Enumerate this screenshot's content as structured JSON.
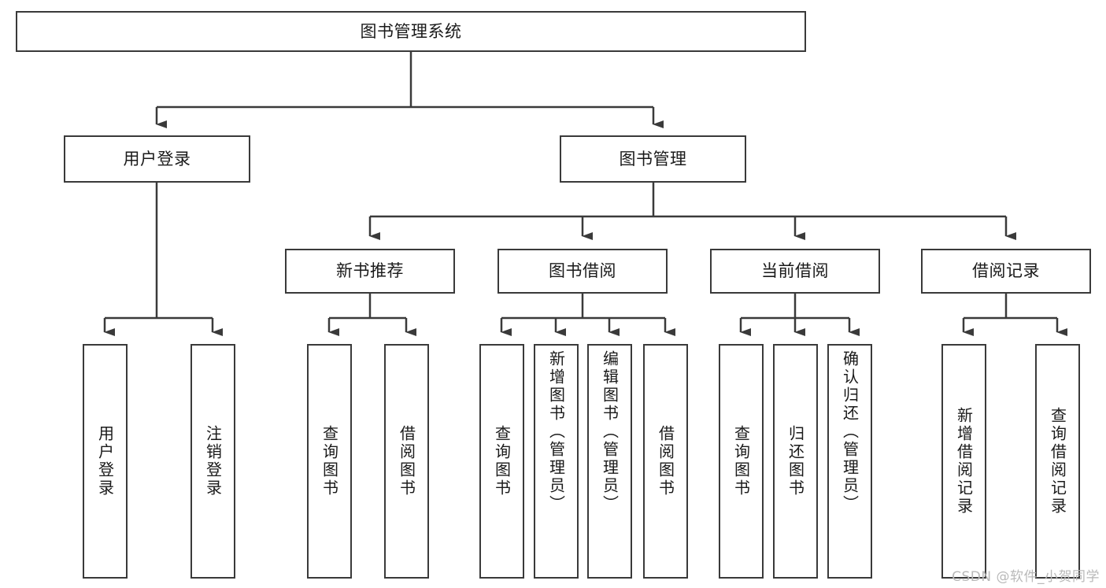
{
  "diagram": {
    "title": "图书管理系统",
    "type": "hierarchy-tree",
    "watermark": "CSDN @软件_小贺同学",
    "colors": {
      "stroke": "#3a3a3a",
      "fill": "#ffffff",
      "text": "#1a1a1a",
      "watermark": "#b9b9b9"
    },
    "nodes": {
      "root": {
        "label": "图书管理系统"
      },
      "level2": [
        {
          "id": "user-login",
          "label": "用户登录"
        },
        {
          "id": "book-management",
          "label": "图书管理"
        }
      ],
      "level3": [
        {
          "id": "new-book-recommend",
          "label": "新书推荐"
        },
        {
          "id": "book-borrow",
          "label": "图书借阅"
        },
        {
          "id": "current-borrow",
          "label": "当前借阅"
        },
        {
          "id": "borrow-record",
          "label": "借阅记录"
        }
      ],
      "leaves": {
        "user_login": [
          {
            "id": "leaf-user-login",
            "label": "用户登录"
          },
          {
            "id": "leaf-logout-login",
            "label": "注销登录"
          }
        ],
        "new_book_recommend": [
          {
            "id": "leaf-query-book-1",
            "label": "查询图书"
          },
          {
            "id": "leaf-borrow-book-1",
            "label": "借阅图书"
          }
        ],
        "book_borrow": [
          {
            "id": "leaf-query-book-2",
            "label": "查询图书"
          },
          {
            "id": "leaf-add-book",
            "label": "新增图书（管理员）"
          },
          {
            "id": "leaf-edit-book",
            "label": "编辑图书（管理员）"
          },
          {
            "id": "leaf-borrow-book-2",
            "label": "借阅图书"
          }
        ],
        "current_borrow": [
          {
            "id": "leaf-query-book-3",
            "label": "查询图书"
          },
          {
            "id": "leaf-return-book",
            "label": "归还图书"
          },
          {
            "id": "leaf-confirm-return",
            "label": "确认归还（管理员）"
          }
        ],
        "borrow_record": [
          {
            "id": "leaf-add-record",
            "label": "新增借阅记录"
          },
          {
            "id": "leaf-query-record",
            "label": "查询借阅记录"
          }
        ]
      }
    }
  }
}
